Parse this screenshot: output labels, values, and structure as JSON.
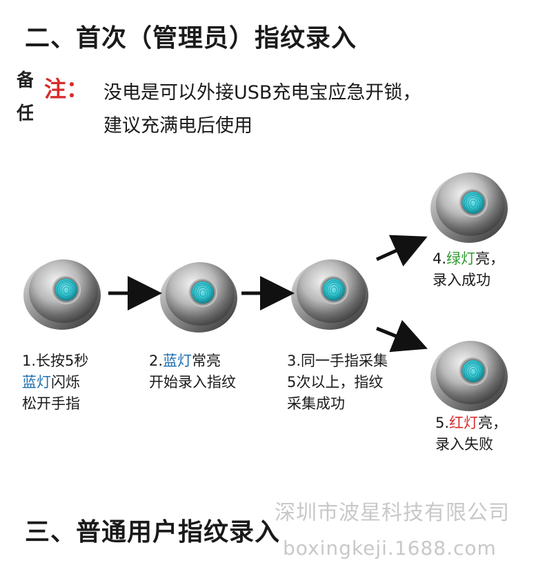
{
  "headings": {
    "section2": "二、首次（管理员）指纹录入",
    "section3": "三、普通用户指纹录入"
  },
  "cut_text": {
    "line1": "备",
    "line2": "任"
  },
  "note": {
    "label": "注：",
    "line1": "没电是可以外接USB充电宝应急开锁，",
    "line2": "建议充满电后使用"
  },
  "steps": [
    {
      "num": "1.",
      "l1": "长按5秒",
      "hl": "蓝灯",
      "l2": "闪烁",
      "l3": "松开手指"
    },
    {
      "num": "2.",
      "hl": "蓝灯",
      "l1": "常亮",
      "l2": "开始录入指纹"
    },
    {
      "num": "3.",
      "l1": "同一手指采集",
      "l2": "5次以上，指纹",
      "l3": "采集成功"
    },
    {
      "num": "4.",
      "hl": "绿灯",
      "l1": "亮，",
      "l2": "录入成功"
    },
    {
      "num": "5.",
      "hl": "红灯",
      "l1": "亮，",
      "l2": "录入失败"
    }
  ],
  "watermark": {
    "line1": "深圳市波星科技有限公司",
    "line2": "boxingkeji.1688.com"
  },
  "colors": {
    "blue": "#1d6fb0",
    "green": "#2f9b2f",
    "red": "#d92b2b",
    "fingerprint": "#2ec4cf"
  },
  "icons": [
    "fingerprint-lock-icon",
    "arrow-right-icon"
  ]
}
